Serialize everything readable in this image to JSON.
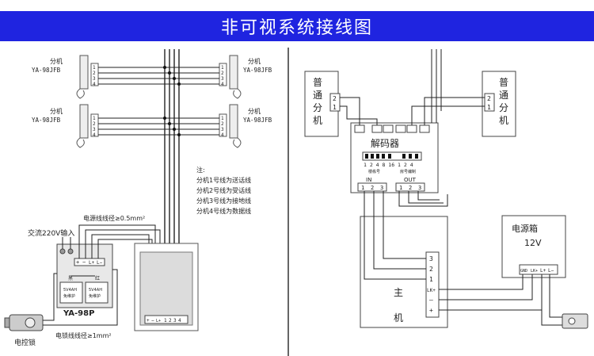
{
  "title": "非可视系统接线图",
  "left": {
    "extensions": [
      {
        "name": "分机",
        "model": "YA-98JFB"
      },
      {
        "name": "分机",
        "model": "YA-98JFB"
      },
      {
        "name": "分机",
        "model": "YA-98JFB"
      },
      {
        "name": "分机",
        "model": "YA-98JFB"
      }
    ],
    "ext_terminals": [
      "1",
      "2",
      "3",
      "4"
    ],
    "notes": [
      "注:",
      "分机1号线为送话线",
      "分机2号线为受话线",
      "分机3号线为接地线",
      "分机4号线为数据线"
    ],
    "power_wire_label": "电源线线径≥0.5mm²",
    "ac_input_label": "交流220V输入",
    "psu_model": "YA-98P",
    "psu_terminals": [
      "+",
      "−",
      "L+",
      "L−"
    ],
    "psu_wire_black": "黑",
    "psu_wire_red": "红",
    "psu_module_text": [
      "5V4AH",
      "免维护"
    ],
    "lock_label": "电控锁",
    "lock_wire_label": "电锁线线径≥1mm²",
    "host_terminals": [
      "+",
      "−",
      "L+",
      "L−",
      "1",
      "2",
      "3",
      "4"
    ]
  },
  "right": {
    "extension_label": "普通分机",
    "extension_chars": [
      "普",
      "通",
      "分",
      "机"
    ],
    "ext_terminals": [
      "2",
      "1"
    ],
    "decoder_label": "解码器",
    "dip_numbers": "1 2 4 8 16 1 2 4",
    "dip_labels": [
      "楼栋号",
      "房号编制"
    ],
    "in_label": "IN",
    "out_label": "OUT",
    "io_terminals": [
      "1",
      "2",
      "3"
    ],
    "host_label": [
      "主",
      "机"
    ],
    "host_terminals": [
      "3",
      "2",
      "1",
      "LK+",
      "—",
      "+"
    ],
    "psu_label": "电源箱",
    "psu_voltage": "12V",
    "psu_terminals": [
      "GND",
      "LK+",
      "L+",
      "L−"
    ]
  }
}
